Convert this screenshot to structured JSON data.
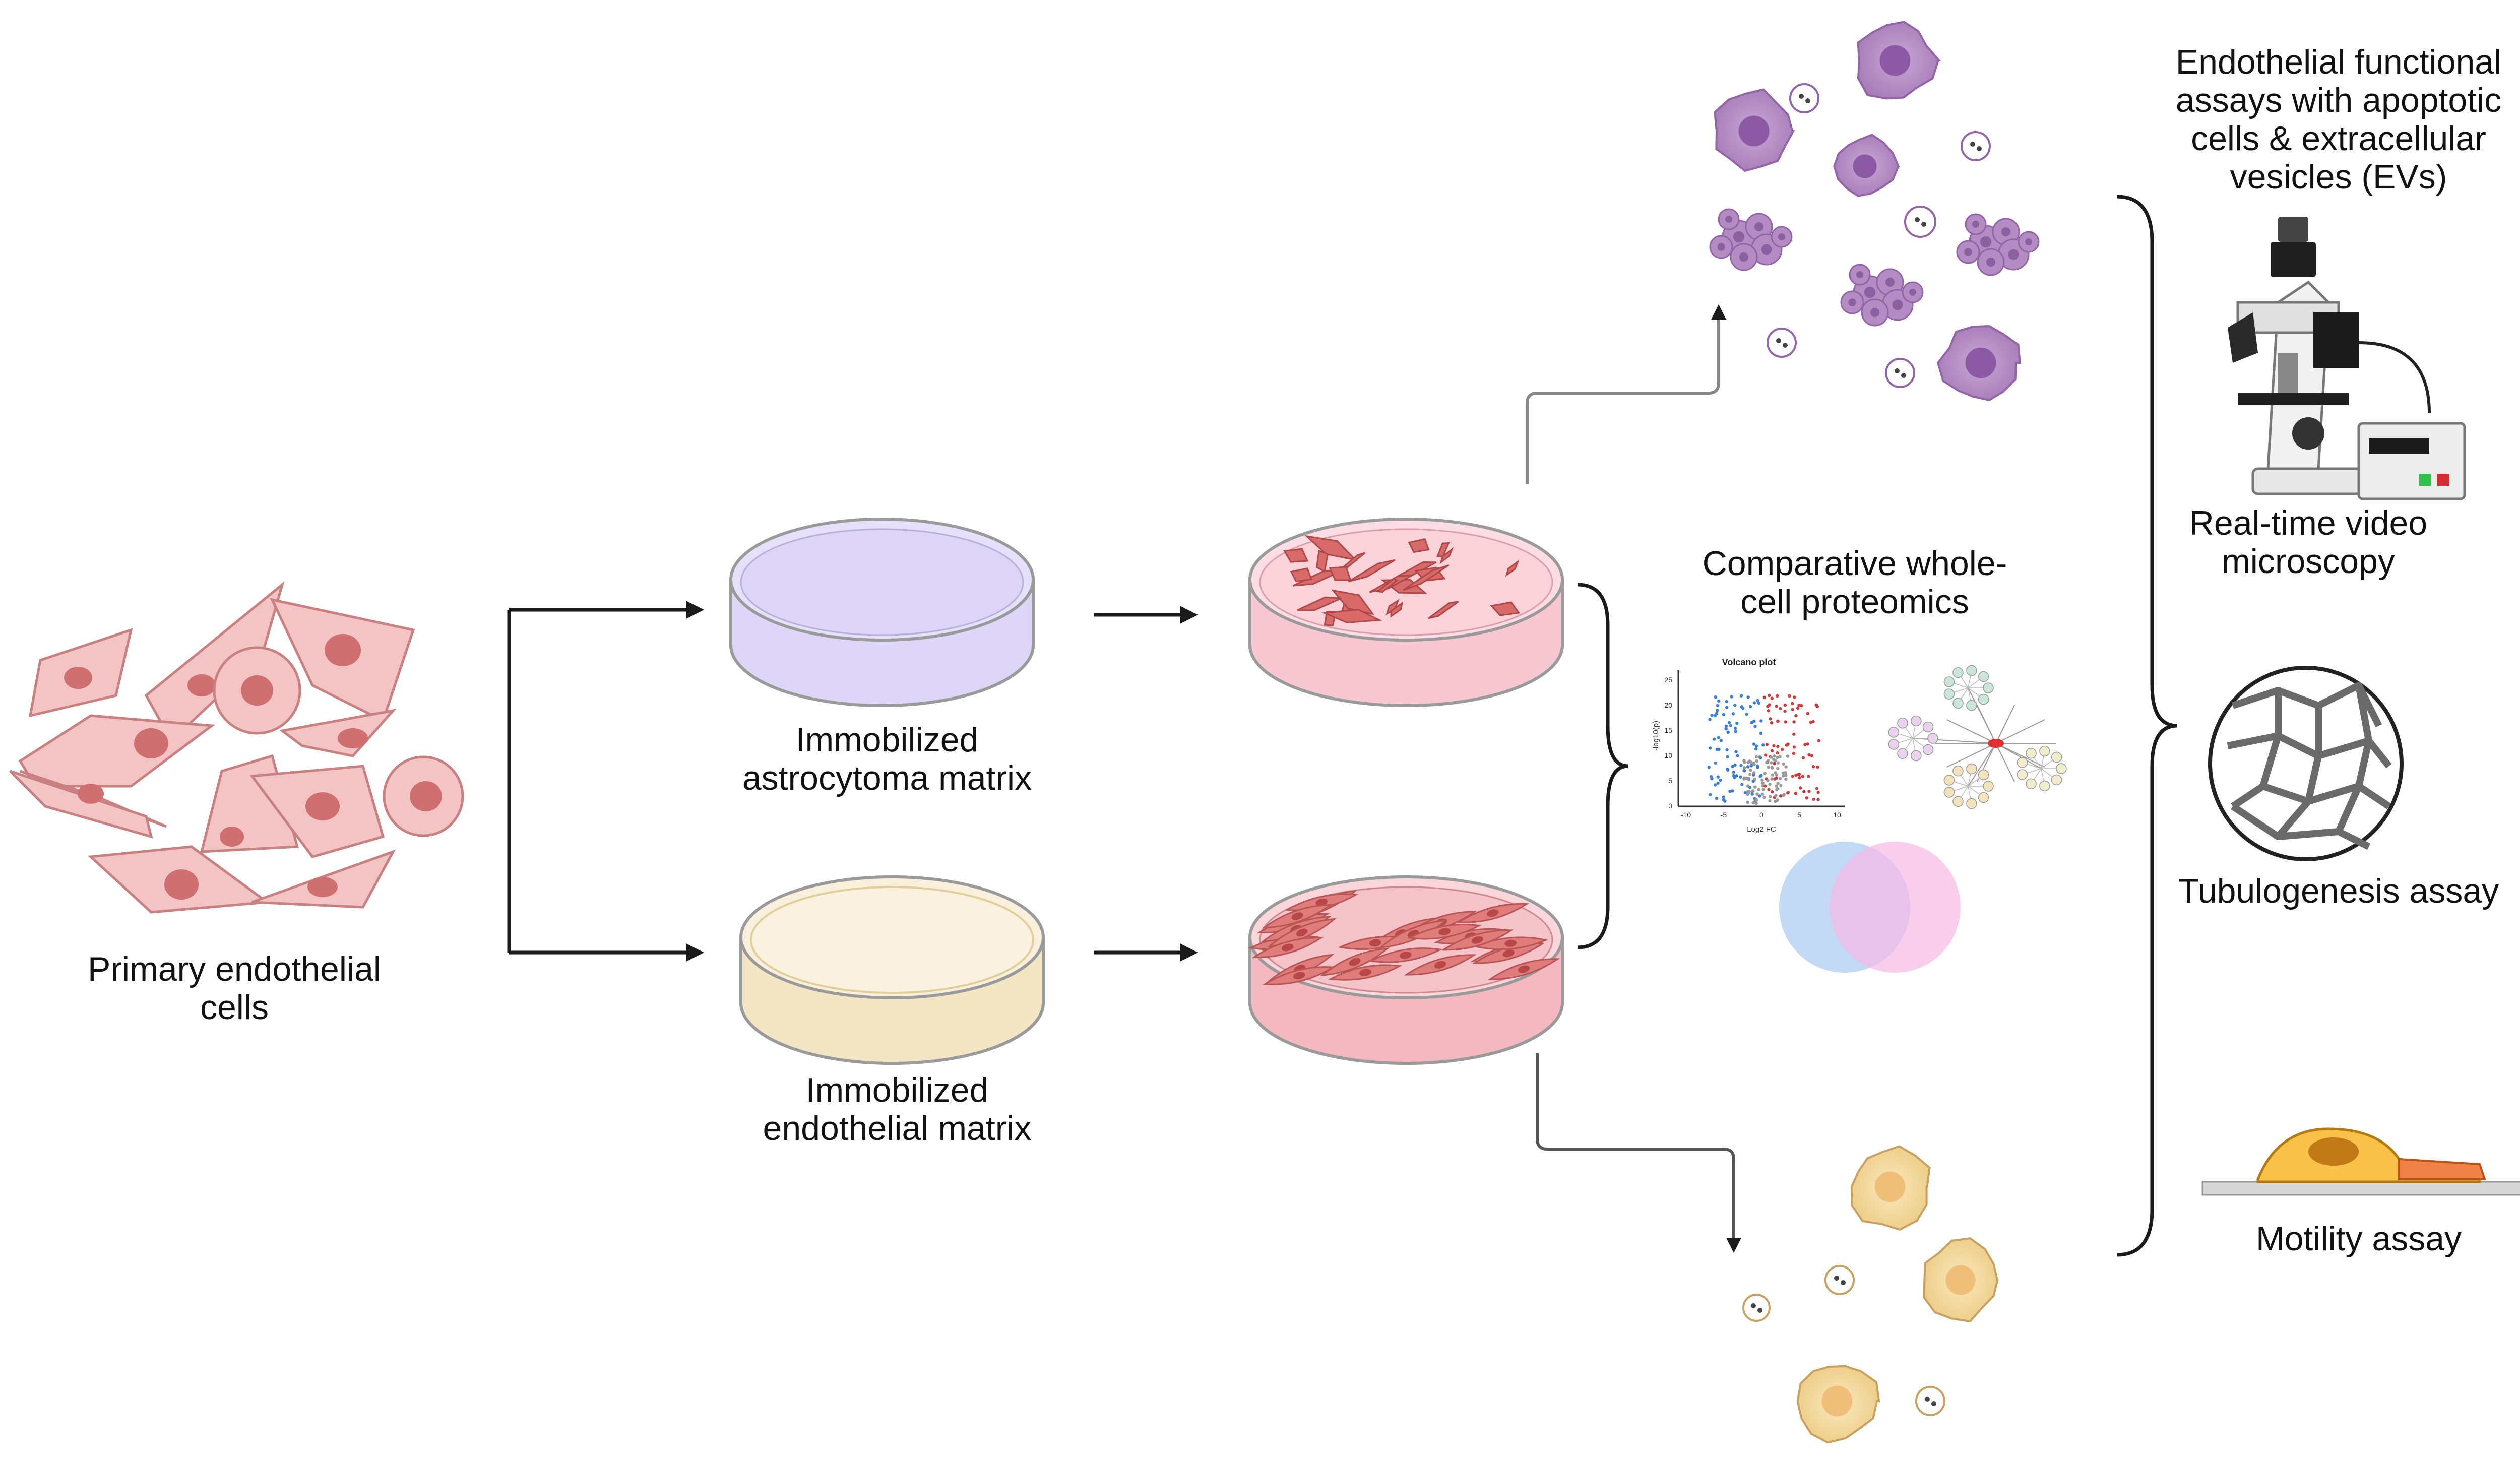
{
  "labels": {
    "primary_cells": [
      "Primary endothelial",
      "cells"
    ],
    "astro_matrix": [
      "Immobilized",
      "astrocytoma matrix"
    ],
    "endo_matrix": [
      "Immobilized",
      "endothelial matrix"
    ],
    "proteomics": [
      "Comparative whole-",
      "cell proteomics"
    ],
    "assays_header": [
      "Endothelial functional",
      "assays with apoptotic",
      "cells & extracellular",
      "vesicles (EVs)"
    ],
    "microscopy": [
      "Real-time video",
      "microscopy"
    ],
    "tubulogenesis": "Tubulogenesis assay",
    "motility": "Motility assay"
  },
  "volcano": {
    "title": "Volcano plot",
    "xlabel": "Log2 FC",
    "ylabel": "-log10(p)",
    "x_ticks": [
      "-10",
      "-5",
      "0",
      "5",
      "10"
    ],
    "y_ticks": [
      "0",
      "5",
      "10",
      "15",
      "20",
      "25"
    ]
  },
  "colors": {
    "arrow": "#1a1a1a",
    "endothelial_cell": "#f2c4c4",
    "endothelial_nucleus": "#c96565",
    "astro_dish": "#e4defa",
    "endo_dish": "#f8f0dc",
    "pink_dish": "#fad7de",
    "apoptotic_purple": "#b48cc4",
    "apoptotic_yellow": "#f4dca0",
    "venn_blue": "#b9d4f6",
    "venn_pink": "#f6b9e6"
  }
}
